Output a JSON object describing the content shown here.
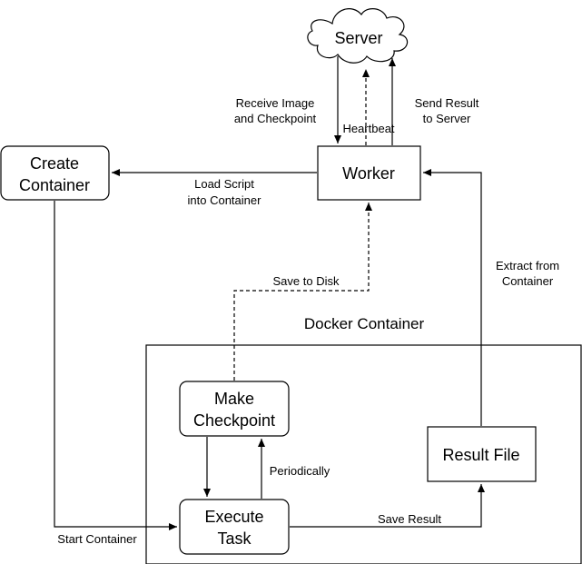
{
  "nodes": {
    "server": "Server",
    "worker": "Worker",
    "create_container_1": "Create",
    "create_container_2": "Container",
    "make_checkpoint_1": "Make",
    "make_checkpoint_2": "Checkpoint",
    "execute_task_1": "Execute",
    "execute_task_2": "Task",
    "result_file": "Result File"
  },
  "groups": {
    "docker_container": "Docker Container"
  },
  "edges": {
    "receive_image_1": "Receive Image",
    "receive_image_2": "and Checkpoint",
    "heartbeat": "Heartbeat",
    "send_result_1": "Send Result",
    "send_result_2": "to Server",
    "load_script_1": "Load Script",
    "load_script_2": "into Container",
    "save_to_disk": "Save to Disk",
    "extract_1": "Extract from",
    "extract_2": "Container",
    "periodically": "Periodically",
    "start_container": "Start Container",
    "save_result": "Save Result"
  }
}
